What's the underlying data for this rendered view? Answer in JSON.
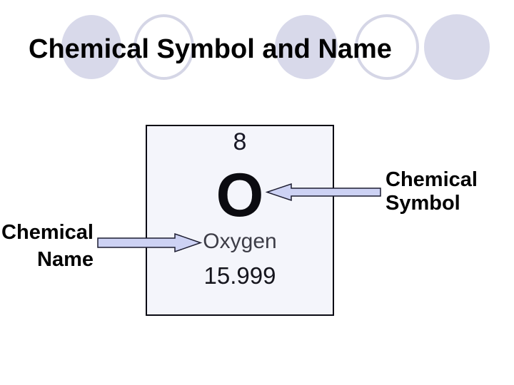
{
  "slide_title": "Chemical Symbol and Name",
  "element_card": {
    "atomic_number": "8",
    "chemical_symbol": "O",
    "chemical_name": "Oxygen",
    "atomic_mass": "15.999"
  },
  "annotations": {
    "left_label": {
      "line1": "Chemical",
      "line2": "Name"
    },
    "right_label": {
      "line1": "Chemical",
      "line2": "Symbol"
    }
  },
  "decor": {
    "circle_pattern": [
      "filled",
      "outlined",
      "filled",
      "outlined",
      "filled"
    ],
    "circle_color": "#d8d9ea"
  },
  "colors": {
    "arrow_fill": "#cdd2f4",
    "arrow_outline": "#1c1c30",
    "card_background": "#f4f5fb",
    "card_border": "#0a0a14",
    "title_text": "#000000",
    "element_name_text": "#3d3d47"
  }
}
